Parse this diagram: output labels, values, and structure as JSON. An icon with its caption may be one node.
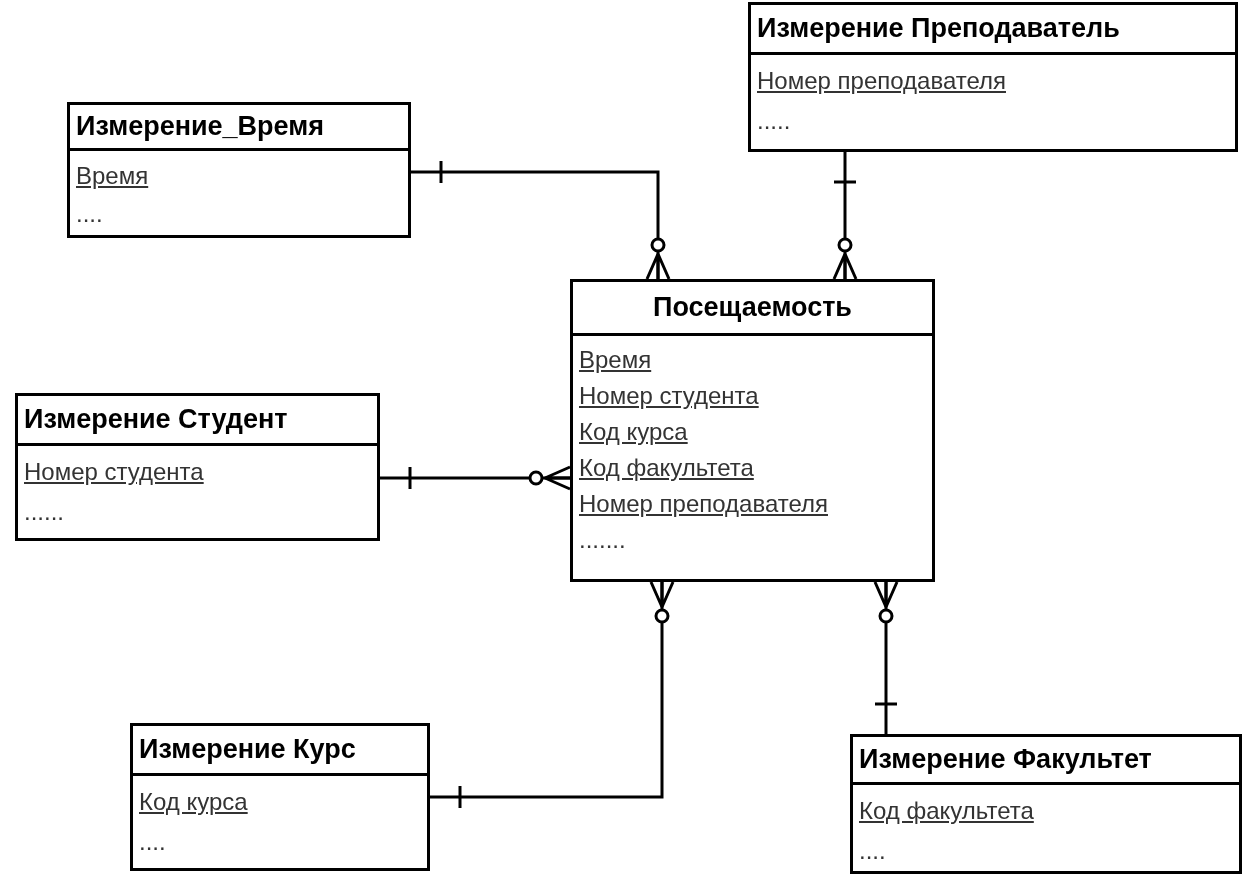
{
  "diagram": {
    "nodes": [
      {
        "text": [
          "Измерение_Время",
          "Время",
          "...."
        ]
      },
      {
        "text": [
          "Измерение Преподаватель",
          "Номер преподавателя",
          "....."
        ]
      },
      {
        "text": [
          "Посещаемость",
          "Время",
          "Номер студента",
          "Код курса",
          "Код факультета",
          "Номер преподавателя",
          "......."
        ]
      },
      {
        "text": [
          "Измерение Студент",
          "Номер студента",
          "......"
        ]
      },
      {
        "text": [
          "Измерение Курс",
          "Код курса",
          "...."
        ]
      },
      {
        "text": [
          "Измерение Факультет",
          "Код факультета",
          "...."
        ]
      }
    ],
    "edges": [
      {
        "from": 0,
        "to": 2,
        "arrow": "other"
      },
      {
        "from": 1,
        "to": 2,
        "arrow": "other"
      },
      {
        "from": 3,
        "to": 2,
        "arrow": "other"
      },
      {
        "from": 4,
        "to": 2,
        "arrow": "other"
      },
      {
        "from": 5,
        "to": 2,
        "arrow": "other"
      }
    ]
  }
}
